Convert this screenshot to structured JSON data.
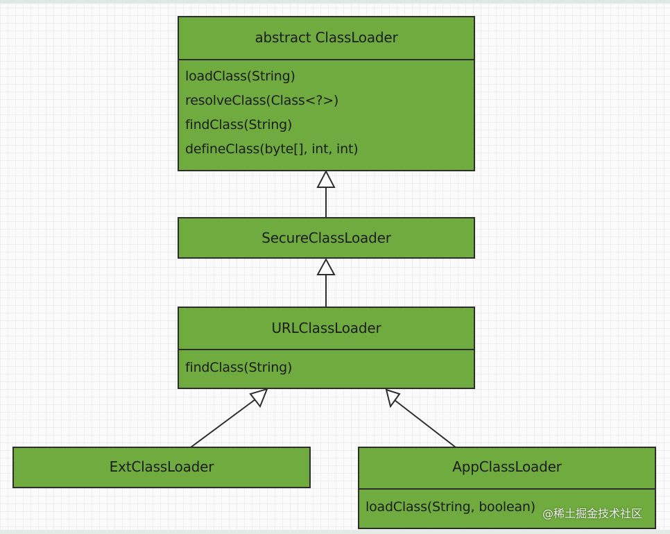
{
  "classes": {
    "classloader": {
      "title": "abstract ClassLoader",
      "methods": [
        "loadClass(String)",
        "resolveClass(Class<?>)",
        "findClass(String)",
        "defineClass(byte[], int, int)"
      ]
    },
    "secure": {
      "title": "SecureClassLoader"
    },
    "url": {
      "title": "URLClassLoader",
      "methods": [
        "findClass(String)"
      ]
    },
    "ext": {
      "title": "ExtClassLoader"
    },
    "app": {
      "title": "AppClassLoader",
      "methods": [
        "loadClass(String, boolean)"
      ]
    }
  },
  "relations": [
    {
      "from": "SecureClassLoader",
      "to": "abstract ClassLoader",
      "type": "inheritance"
    },
    {
      "from": "URLClassLoader",
      "to": "SecureClassLoader",
      "type": "inheritance"
    },
    {
      "from": "ExtClassLoader",
      "to": "URLClassLoader",
      "type": "inheritance"
    },
    {
      "from": "AppClassLoader",
      "to": "URLClassLoader",
      "type": "inheritance"
    }
  ],
  "watermark": "@稀土掘金技术社区",
  "colors": {
    "box_fill": "#6fab3f",
    "border": "#2d2d2d",
    "arrow_fill": "#ffffff"
  }
}
